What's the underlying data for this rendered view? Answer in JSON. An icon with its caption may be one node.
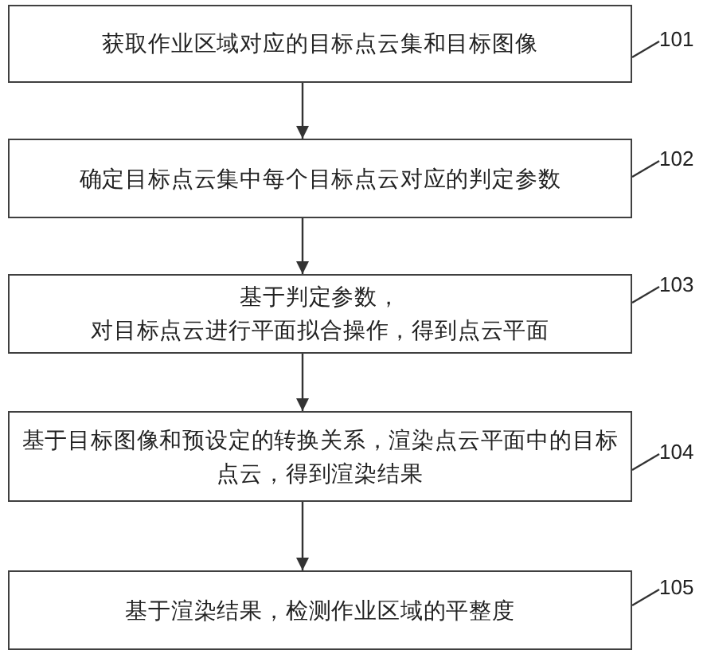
{
  "diagram": {
    "nodes": [
      {
        "text": [
          "获取作业区域对应的目标点云集和目标图像"
        ]
      },
      {
        "text": [
          "101"
        ]
      },
      {
        "text": [
          "确定目标点云集中每个目标点云对应的判定参数"
        ]
      },
      {
        "text": [
          "102"
        ]
      },
      {
        "text": [
          "基于判定参数，",
          "对目标点云进行平面拟合操作，得到点云平面"
        ]
      },
      {
        "text": [
          "103"
        ]
      },
      {
        "text": [
          "基于目标图像和预设定的转换关系，渲染点云平面中的目标点云，得到渲染结果"
        ]
      },
      {
        "text": [
          "104"
        ]
      },
      {
        "text": [
          "基于渲染结果，检测作业区域的平整度"
        ]
      },
      {
        "text": [
          "105"
        ]
      }
    ],
    "edges": [
      {
        "from": 0,
        "to": 2,
        "arrow": "to"
      },
      {
        "from": 2,
        "to": 4,
        "arrow": "to"
      },
      {
        "from": 4,
        "to": 6,
        "arrow": "to"
      },
      {
        "from": 6,
        "to": 8,
        "arrow": "to"
      },
      {
        "from": 1,
        "to": 0,
        "arrow": "none"
      },
      {
        "from": 3,
        "to": 2,
        "arrow": "none"
      },
      {
        "from": 5,
        "to": 4,
        "arrow": "none"
      },
      {
        "from": 7,
        "to": 6,
        "arrow": "none"
      },
      {
        "from": 9,
        "to": 8,
        "arrow": "none"
      }
    ]
  }
}
